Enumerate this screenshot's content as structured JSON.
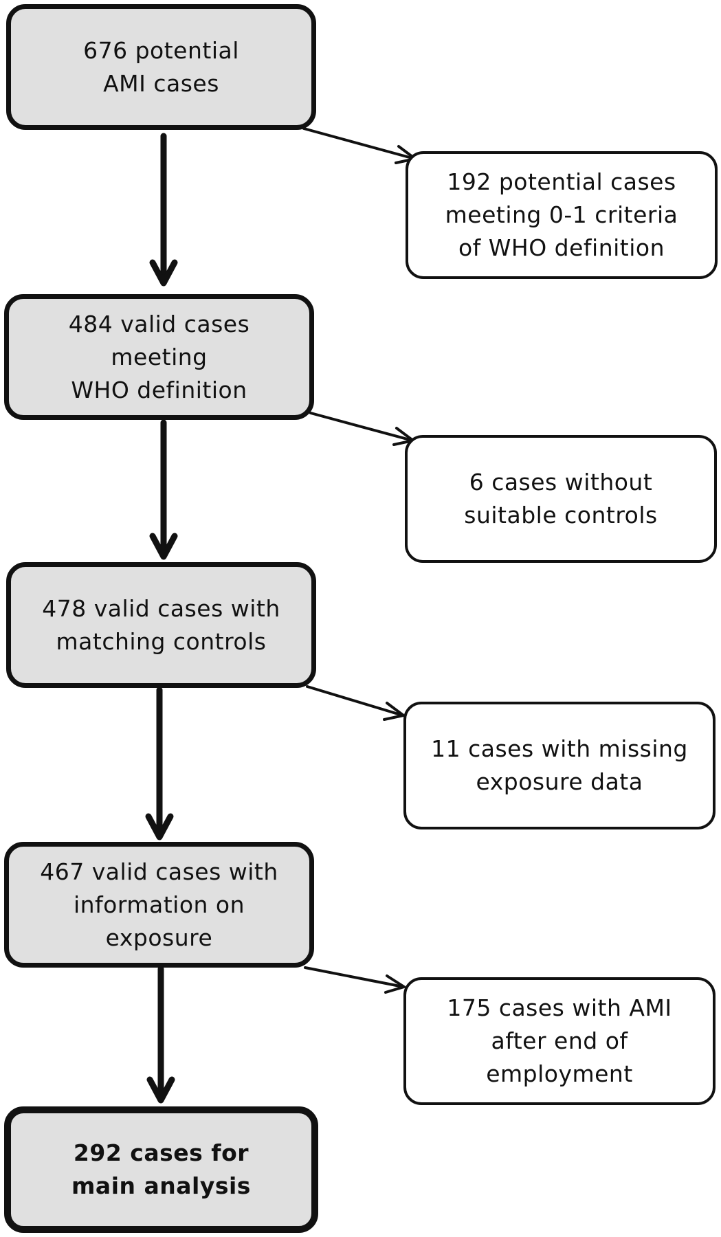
{
  "flowchart": {
    "main_steps": [
      {
        "text": "676 potential\nAMI cases"
      },
      {
        "text": "484 valid cases\nmeeting\nWHO definition"
      },
      {
        "text": "478 valid cases with\nmatching controls"
      },
      {
        "text": "467 valid cases with\ninformation on\nexposure"
      },
      {
        "text": "292 cases for\nmain analysis"
      }
    ],
    "exclusions": [
      {
        "text": "192 potential cases\nmeeting 0-1 criteria\nof WHO definition"
      },
      {
        "text": "6 cases without\nsuitable controls"
      },
      {
        "text": "11 cases with missing\nexposure data"
      },
      {
        "text": "175 cases with AMI\nafter end of\nemployment"
      }
    ]
  }
}
